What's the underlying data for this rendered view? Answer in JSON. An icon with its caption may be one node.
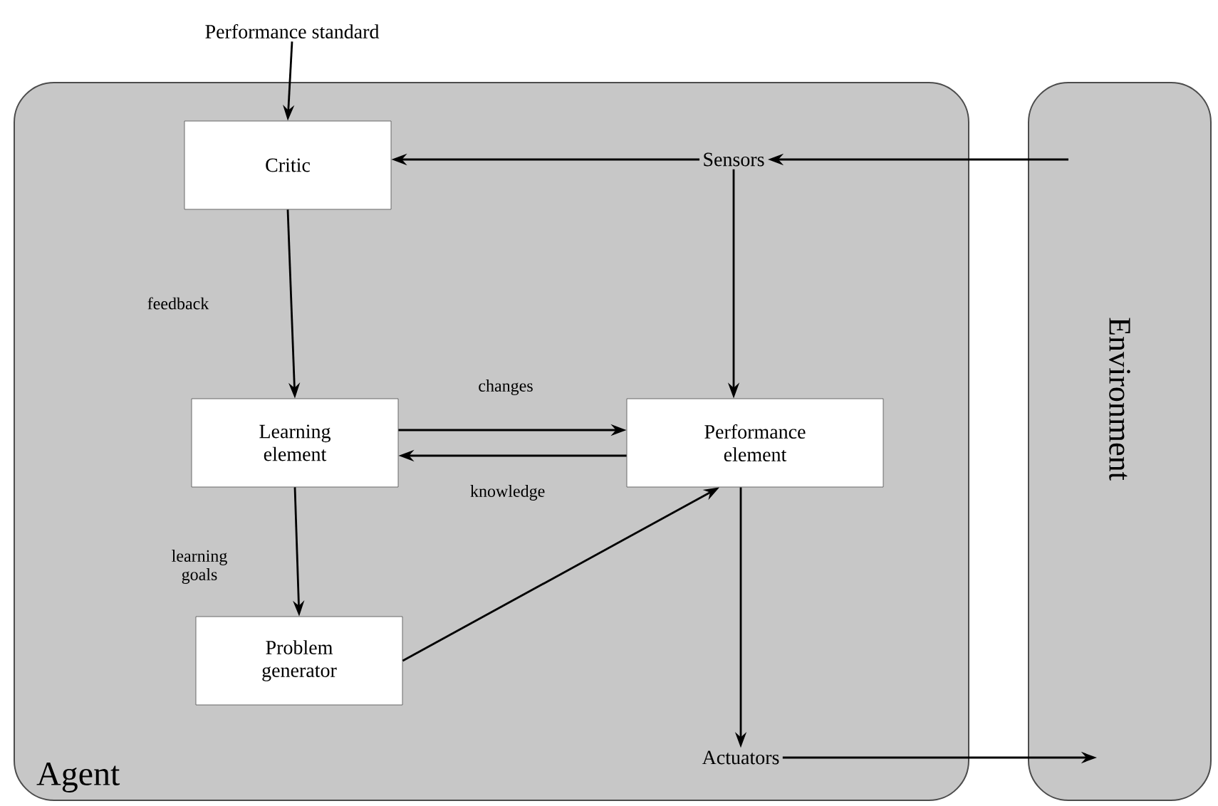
{
  "diagram": {
    "nodes": [
      {
        "text": [
          "Agent"
        ]
      },
      {
        "text": [
          "Environment"
        ]
      },
      {
        "text": [
          "Performance standard"
        ]
      },
      {
        "text": [
          "Critic"
        ],
        "in": 0
      },
      {
        "text": [
          "Sensors"
        ],
        "in": 0
      },
      {
        "text": [
          "Learning element"
        ],
        "in": 0
      },
      {
        "text": [
          "Performance element"
        ],
        "in": 0
      },
      {
        "text": [
          "Problem generator"
        ],
        "in": 0
      },
      {
        "text": [
          "Actuators"
        ],
        "in": 0
      }
    ],
    "edges": [
      {
        "from": 2,
        "to": 3,
        "arrow": "to"
      },
      {
        "from": 1,
        "to": 4,
        "arrow": "to"
      },
      {
        "from": 4,
        "to": 3,
        "arrow": "to"
      },
      {
        "from": 3,
        "to": 5,
        "arrow": "to",
        "label": "feedback"
      },
      {
        "from": 4,
        "to": 6,
        "arrow": "to"
      },
      {
        "from": 5,
        "to": 6,
        "arrow": "to",
        "label": "changes"
      },
      {
        "from": 6,
        "to": 5,
        "arrow": "to",
        "label": "knowledge"
      },
      {
        "from": 5,
        "to": 7,
        "arrow": "to",
        "label": "learning goals"
      },
      {
        "from": 7,
        "to": 6,
        "arrow": "to"
      },
      {
        "from": 6,
        "to": 8,
        "arrow": "to"
      },
      {
        "from": 8,
        "to": 1,
        "arrow": "to"
      }
    ]
  }
}
